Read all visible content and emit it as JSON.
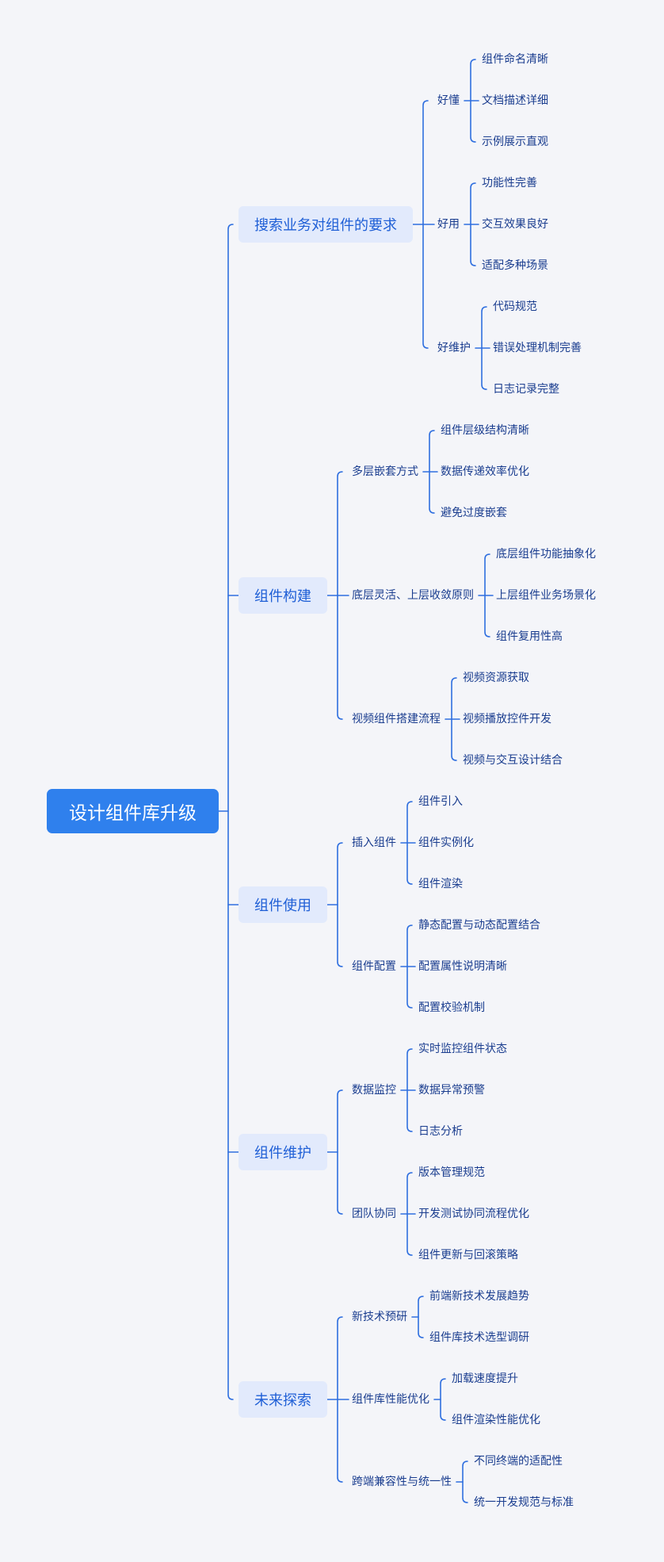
{
  "root": "设计组件库升级",
  "branches": [
    {
      "label": "搜索业务对组件的要求",
      "children": [
        {
          "label": "好懂",
          "children": [
            "组件命名清晰",
            "文档描述详细",
            "示例展示直观"
          ]
        },
        {
          "label": "好用",
          "children": [
            "功能性完善",
            "交互效果良好",
            "适配多种场景"
          ]
        },
        {
          "label": "好维护",
          "children": [
            "代码规范",
            "错误处理机制完善",
            "日志记录完整"
          ]
        }
      ]
    },
    {
      "label": "组件构建",
      "children": [
        {
          "label": "多层嵌套方式",
          "children": [
            "组件层级结构清晰",
            "数据传递效率优化",
            "避免过度嵌套"
          ]
        },
        {
          "label": "底层灵活、上层收敛原则",
          "children": [
            "底层组件功能抽象化",
            "上层组件业务场景化",
            "组件复用性高"
          ]
        },
        {
          "label": "视频组件搭建流程",
          "children": [
            "视频资源获取",
            "视频播放控件开发",
            "视频与交互设计结合"
          ]
        }
      ]
    },
    {
      "label": "组件使用",
      "children": [
        {
          "label": "插入组件",
          "children": [
            "组件引入",
            "组件实例化",
            "组件渲染"
          ]
        },
        {
          "label": "组件配置",
          "children": [
            "静态配置与动态配置结合",
            "配置属性说明清晰",
            "配置校验机制"
          ]
        }
      ]
    },
    {
      "label": "组件维护",
      "children": [
        {
          "label": "数据监控",
          "children": [
            "实时监控组件状态",
            "数据异常预警",
            "日志分析"
          ]
        },
        {
          "label": "团队协同",
          "children": [
            "版本管理规范",
            "开发测试协同流程优化",
            "组件更新与回滚策略"
          ]
        }
      ]
    },
    {
      "label": "未来探索",
      "children": [
        {
          "label": "新技术预研",
          "children": [
            "前端新技术发展趋势",
            "组件库技术选型调研"
          ]
        },
        {
          "label": "组件库性能优化",
          "children": [
            "加载速度提升",
            "组件渲染性能优化"
          ]
        },
        {
          "label": "跨端兼容性与统一性",
          "children": [
            "不同终端的适配性",
            "统一开发规范与标准"
          ]
        }
      ]
    }
  ],
  "colors": {
    "background": "#f4f5f9",
    "root_fill": "#2f80ed",
    "branch_fill": "#e2eafc",
    "line": "#2f6fdf",
    "text": "#1a3d8f"
  }
}
